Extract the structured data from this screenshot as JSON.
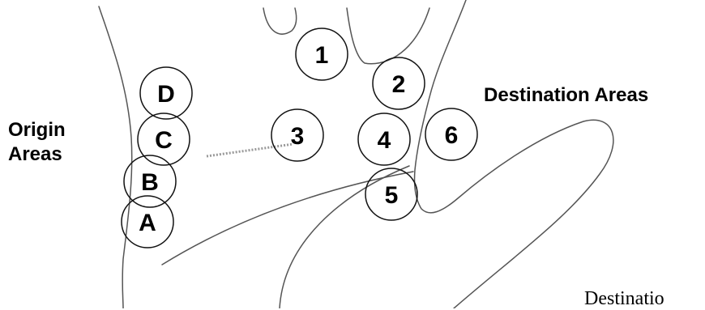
{
  "origin_areas_label": [
    "Origin",
    "Areas"
  ],
  "destination_areas_label": "Destination Areas",
  "destination_partial_label": "Destinatio",
  "origin_areas": [
    "D",
    "C",
    "B",
    "A"
  ],
  "destination_areas": [
    "1",
    "2",
    "3",
    "4",
    "5",
    "6"
  ],
  "colors": {
    "outline": "#555555",
    "circle": "#111111",
    "connector": "#999999",
    "text": "#000000"
  }
}
